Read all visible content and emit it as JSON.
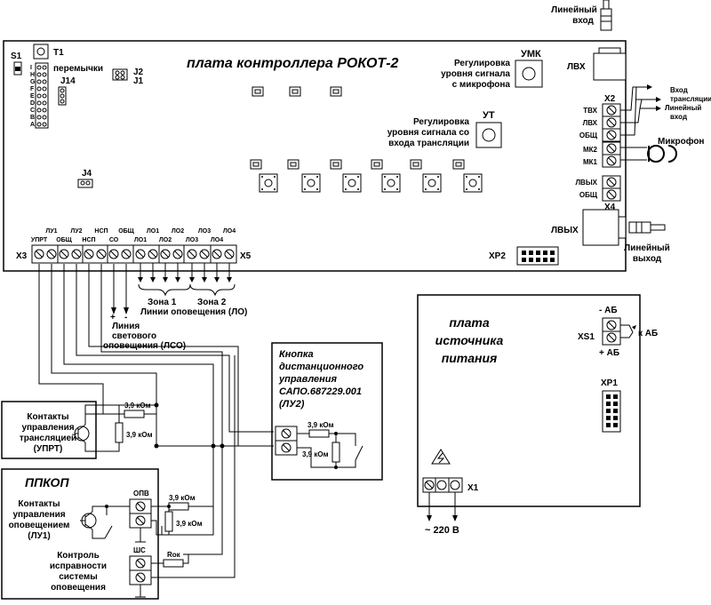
{
  "controller": {
    "title": "плата контроллера РОКОТ-2",
    "s1": "S1",
    "t1": "T1",
    "jumpers_label": "перемычки",
    "j14": "J14",
    "j2": "J2",
    "j1": "J1",
    "j4": "J4",
    "jumper_letters": [
      "I",
      "H",
      "G",
      "F",
      "E",
      "D",
      "C",
      "B",
      "A"
    ],
    "umk": "УМК",
    "umk_desc": [
      "Регулировка",
      "уровня сигнала",
      "с микрофона"
    ],
    "ut": "УТ",
    "ut_desc": [
      "Регулировка",
      "уровня сигнала со",
      "входа трансляции"
    ],
    "lvx": "ЛВХ",
    "line_in": [
      "Линейный",
      "вход"
    ],
    "x2": "X2",
    "x2_pins": [
      "ТВХ",
      "ЛВХ",
      "ОБЩ",
      "МК2",
      "МК1"
    ],
    "x2_notes": [
      "Вход",
      "трансляции",
      "Линейный",
      "вход"
    ],
    "microphone": "Микрофон",
    "x4_pins": [
      "ЛВЫХ",
      "ОБЩ"
    ],
    "x4": "X4",
    "lvyx": "ЛВЫХ",
    "line_out": [
      "Линейный",
      "выход"
    ],
    "xp2": "XP2",
    "x3": "X3",
    "x5": "X5",
    "x3_top": [
      "ЛУ1",
      "ЛУ2",
      "НСП",
      "ОБЩ",
      "ЛО1",
      "ЛО2",
      "ЛО3",
      "ЛО4"
    ],
    "x3_bottom": [
      "УПРТ",
      "ОБЩ",
      "НСП",
      "СО",
      "ЛО1",
      "ЛО2",
      "ЛО3",
      "ЛО4"
    ]
  },
  "zones": {
    "zone1": "Зона 1",
    "zone2": "Зона 2",
    "lines": "Линии оповещения (ЛО)",
    "plus": "+",
    "minus": "-",
    "lso": [
      "Линия",
      "светового",
      "оповещения (ЛСО)"
    ]
  },
  "button_box": {
    "title": [
      "Кнопка",
      "дистанционного",
      "управления",
      "САПО.687229.001",
      "(ЛУ2)"
    ],
    "r1": "3,9 кОм",
    "r2": "3,9 кОм"
  },
  "uprt_box": {
    "label": [
      "Контакты",
      "управления",
      "трансляцией",
      "(УПРТ)"
    ],
    "r1": "3,9 кОм",
    "r2": "3,9 кОм"
  },
  "ppkop": {
    "title": "ППКОП",
    "contacts": [
      "Контакты",
      "управления",
      "оповещением",
      "(ЛУ1)"
    ],
    "opv": "ОПВ",
    "r1": "3,9 кОм",
    "r2": "3,9 кОм",
    "control": [
      "Контроль",
      "исправности",
      "системы",
      "оповещения"
    ],
    "shs": "ШС",
    "rok": "Rок"
  },
  "psu": {
    "title": [
      "плата",
      "источника",
      "питания"
    ],
    "xs1": "XS1",
    "minus_ab": "- АБ",
    "plus_ab": "+ АБ",
    "to_ab": "к АБ",
    "xp1": "XP1",
    "x1": "X1",
    "mains": "~ 220 В"
  }
}
